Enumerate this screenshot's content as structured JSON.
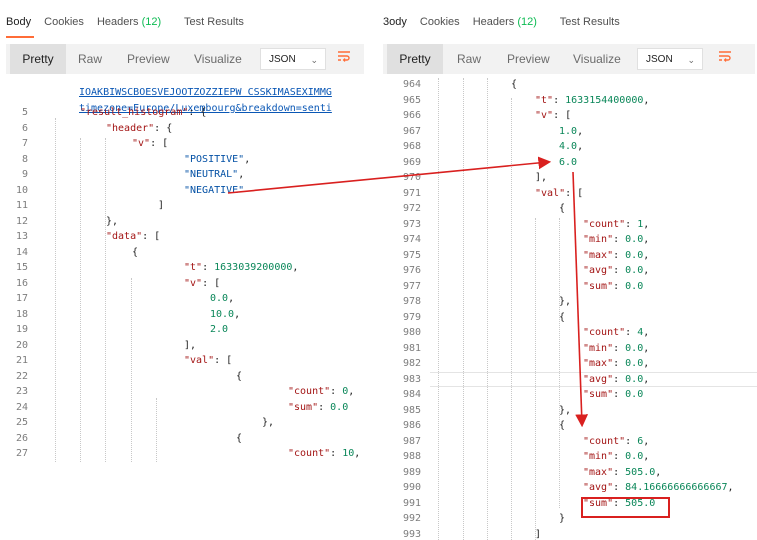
{
  "tabs_left": [
    "Body",
    "Cookies",
    "Headers",
    "(12)",
    "Test Results"
  ],
  "tabs_right": [
    "3ody",
    "Cookies",
    "Headers",
    "(12)",
    "Test Results"
  ],
  "toolbar": {
    "pretty": "Pretty",
    "raw": "Raw",
    "preview": "Preview",
    "visualize": "Visualize",
    "format": "JSON",
    "wrap_icon": "wrap-lines-icon",
    "chevron_icon": "chevron-down-icon"
  },
  "left_url_line1": "IOAKBIWSCBOESVEJOOTZOZZIEPW CSSKIMASEXIMMG",
  "left_url_line2": "timezone=Europe/Luxembourg&breakdown=senti",
  "left_lines": [
    {
      "n": "5",
      "parts": [
        [
          "k",
          "\"result_histogram\""
        ],
        [
          "p",
          ": {"
        ]
      ]
    },
    {
      "n": "6",
      "parts": [
        [
          "k",
          "\"header\""
        ],
        [
          "p",
          ": {"
        ]
      ]
    },
    {
      "n": "7",
      "parts": [
        [
          "k",
          "\"v\""
        ],
        [
          "p",
          ": ["
        ]
      ]
    },
    {
      "n": "8",
      "parts": [
        [
          "s",
          "\"POSITIVE\""
        ],
        [
          "p",
          ","
        ]
      ]
    },
    {
      "n": "9",
      "parts": [
        [
          "s",
          "\"NEUTRAL\""
        ],
        [
          "p",
          ","
        ]
      ]
    },
    {
      "n": "10",
      "parts": [
        [
          "s",
          "\"NEGATIVE\""
        ]
      ]
    },
    {
      "n": "11",
      "parts": [
        [
          "p",
          "]"
        ]
      ]
    },
    {
      "n": "12",
      "parts": [
        [
          "p",
          "},"
        ]
      ]
    },
    {
      "n": "13",
      "parts": [
        [
          "k",
          "\"data\""
        ],
        [
          "p",
          ": ["
        ]
      ]
    },
    {
      "n": "14",
      "parts": [
        [
          "p",
          "{"
        ]
      ]
    },
    {
      "n": "15",
      "parts": [
        [
          "k",
          "\"t\""
        ],
        [
          "p",
          ": "
        ],
        [
          "n",
          "1633039200000"
        ],
        [
          "p",
          ","
        ]
      ]
    },
    {
      "n": "16",
      "parts": [
        [
          "k",
          "\"v\""
        ],
        [
          "p",
          ": ["
        ]
      ]
    },
    {
      "n": "17",
      "parts": [
        [
          "n",
          "0.0"
        ],
        [
          "p",
          ","
        ]
      ]
    },
    {
      "n": "18",
      "parts": [
        [
          "n",
          "10.0"
        ],
        [
          "p",
          ","
        ]
      ]
    },
    {
      "n": "19",
      "parts": [
        [
          "n",
          "2.0"
        ]
      ]
    },
    {
      "n": "20",
      "parts": [
        [
          "p",
          "],"
        ]
      ]
    },
    {
      "n": "21",
      "parts": [
        [
          "k",
          "\"val\""
        ],
        [
          "p",
          ": ["
        ]
      ]
    },
    {
      "n": "22",
      "parts": [
        [
          "p",
          "{"
        ]
      ]
    },
    {
      "n": "23",
      "parts": [
        [
          "k",
          "\"count\""
        ],
        [
          "p",
          ": "
        ],
        [
          "n",
          "0"
        ],
        [
          "p",
          ","
        ]
      ]
    },
    {
      "n": "24",
      "parts": [
        [
          "k",
          "\"sum\""
        ],
        [
          "p",
          ": "
        ],
        [
          "n",
          "0.0"
        ]
      ]
    },
    {
      "n": "25",
      "parts": [
        [
          "p",
          "},"
        ]
      ]
    },
    {
      "n": "26",
      "parts": [
        [
          "p",
          "{"
        ]
      ]
    },
    {
      "n": "27",
      "parts": [
        [
          "k",
          "\"count\""
        ],
        [
          "p",
          ": "
        ],
        [
          "n",
          "10"
        ],
        [
          "p",
          ","
        ]
      ]
    }
  ],
  "right_lines": [
    {
      "n": "964",
      "parts": [
        [
          "p",
          "{"
        ]
      ]
    },
    {
      "n": "965",
      "parts": [
        [
          "k",
          "\"t\""
        ],
        [
          "p",
          ": "
        ],
        [
          "n",
          "1633154400000"
        ],
        [
          "p",
          ","
        ]
      ]
    },
    {
      "n": "966",
      "parts": [
        [
          "k",
          "\"v\""
        ],
        [
          "p",
          ": ["
        ]
      ]
    },
    {
      "n": "967",
      "parts": [
        [
          "n",
          "1.0"
        ],
        [
          "p",
          ","
        ]
      ]
    },
    {
      "n": "968",
      "parts": [
        [
          "n",
          "4.0"
        ],
        [
          "p",
          ","
        ]
      ]
    },
    {
      "n": "969",
      "parts": [
        [
          "n",
          "6.0"
        ]
      ]
    },
    {
      "n": "970",
      "parts": [
        [
          "p",
          "],"
        ]
      ]
    },
    {
      "n": "971",
      "parts": [
        [
          "k",
          "\"val\""
        ],
        [
          "p",
          ": ["
        ]
      ]
    },
    {
      "n": "972",
      "parts": [
        [
          "p",
          "{"
        ]
      ]
    },
    {
      "n": "973",
      "parts": [
        [
          "k",
          "\"count\""
        ],
        [
          "p",
          ": "
        ],
        [
          "n",
          "1"
        ],
        [
          "p",
          ","
        ]
      ]
    },
    {
      "n": "974",
      "parts": [
        [
          "k",
          "\"min\""
        ],
        [
          "p",
          ": "
        ],
        [
          "n",
          "0.0"
        ],
        [
          "p",
          ","
        ]
      ]
    },
    {
      "n": "975",
      "parts": [
        [
          "k",
          "\"max\""
        ],
        [
          "p",
          ": "
        ],
        [
          "n",
          "0.0"
        ],
        [
          "p",
          ","
        ]
      ]
    },
    {
      "n": "976",
      "parts": [
        [
          "k",
          "\"avg\""
        ],
        [
          "p",
          ": "
        ],
        [
          "n",
          "0.0"
        ],
        [
          "p",
          ","
        ]
      ]
    },
    {
      "n": "977",
      "parts": [
        [
          "k",
          "\"sum\""
        ],
        [
          "p",
          ": "
        ],
        [
          "n",
          "0.0"
        ]
      ]
    },
    {
      "n": "978",
      "parts": [
        [
          "p",
          "},"
        ]
      ]
    },
    {
      "n": "979",
      "parts": [
        [
          "p",
          "{"
        ]
      ]
    },
    {
      "n": "980",
      "parts": [
        [
          "k",
          "\"count\""
        ],
        [
          "p",
          ": "
        ],
        [
          "n",
          "4"
        ],
        [
          "p",
          ","
        ]
      ]
    },
    {
      "n": "981",
      "parts": [
        [
          "k",
          "\"min\""
        ],
        [
          "p",
          ": "
        ],
        [
          "n",
          "0.0"
        ],
        [
          "p",
          ","
        ]
      ]
    },
    {
      "n": "982",
      "parts": [
        [
          "k",
          "\"max\""
        ],
        [
          "p",
          ": "
        ],
        [
          "n",
          "0.0"
        ],
        [
          "p",
          ","
        ]
      ]
    },
    {
      "n": "983",
      "parts": [
        [
          "k",
          "\"avg\""
        ],
        [
          "p",
          ": "
        ],
        [
          "n",
          "0.0"
        ],
        [
          "p",
          ","
        ]
      ]
    },
    {
      "n": "984",
      "parts": [
        [
          "k",
          "\"sum\""
        ],
        [
          "p",
          ": "
        ],
        [
          "n",
          "0.0"
        ]
      ]
    },
    {
      "n": "985",
      "parts": [
        [
          "p",
          "},"
        ]
      ]
    },
    {
      "n": "986",
      "parts": [
        [
          "p",
          "{"
        ]
      ]
    },
    {
      "n": "987",
      "parts": [
        [
          "k",
          "\"count\""
        ],
        [
          "p",
          ": "
        ],
        [
          "n",
          "6"
        ],
        [
          "p",
          ","
        ]
      ]
    },
    {
      "n": "988",
      "parts": [
        [
          "k",
          "\"min\""
        ],
        [
          "p",
          ": "
        ],
        [
          "n",
          "0.0"
        ],
        [
          "p",
          ","
        ]
      ]
    },
    {
      "n": "989",
      "parts": [
        [
          "k",
          "\"max\""
        ],
        [
          "p",
          ": "
        ],
        [
          "n",
          "505.0"
        ],
        [
          "p",
          ","
        ]
      ]
    },
    {
      "n": "990",
      "parts": [
        [
          "k",
          "\"avg\""
        ],
        [
          "p",
          ": "
        ],
        [
          "n",
          "84.16666666666667"
        ],
        [
          "p",
          ","
        ]
      ]
    },
    {
      "n": "991",
      "parts": [
        [
          "k",
          "\"sum\""
        ],
        [
          "p",
          ": "
        ],
        [
          "n",
          "505.0"
        ]
      ]
    },
    {
      "n": "992",
      "parts": [
        [
          "p",
          "}"
        ]
      ]
    },
    {
      "n": "993",
      "parts": [
        [
          "p",
          "]"
        ]
      ]
    }
  ],
  "colors": {
    "accent": "#ff6c37",
    "annotation": "#d9201f",
    "count_green": "#0cbb52"
  }
}
